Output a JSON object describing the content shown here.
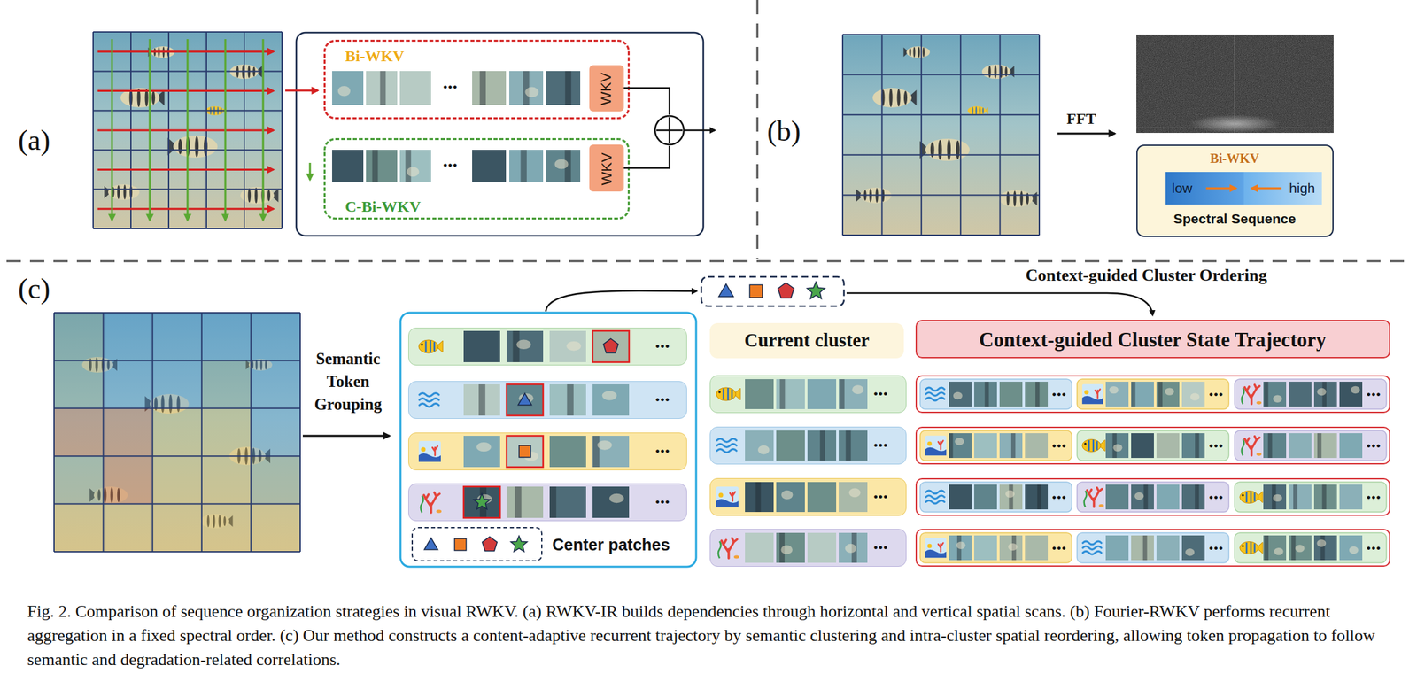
{
  "diagram": {
    "caption": "Fig. 2. Comparison of sequence organization strategies in visual RWKV. (a) RWKV-IR builds dependencies through horizontal and vertical spatial scans. (b) Fourier-RWKV performs recurrent aggregation in a fixed spectral order. (c) Our method constructs a content-adaptive recurrent trajectory by semantic clustering and intra-cluster spatial reordering, allowing token propagation to follow semantic and degradation-related correlations.",
    "nodes": [
      {
        "text": [
          "Bi-WKV",
          "..."
        ]
      },
      {
        "text": [
          "WKV"
        ],
        "in": 0
      },
      {
        "text": [
          "...",
          "C-Bi-WKV"
        ]
      },
      {
        "text": [
          "WKV"
        ],
        "in": 2
      },
      {
        "text": [
          "Bi-WKV",
          "Spectral Sequence"
        ]
      },
      {
        "text": [
          "low"
        ],
        "in": 4
      },
      {
        "text": [
          "high"
        ],
        "in": 4
      },
      {
        "text": [
          "..."
        ]
      },
      {
        "text": [
          "..."
        ]
      },
      {
        "text": [
          "..."
        ]
      },
      {
        "text": [
          "..."
        ]
      },
      {
        "text": [
          "Center patches"
        ]
      },
      {
        "text": [
          "Current cluster"
        ]
      },
      {
        "text": [
          "Context-guided Cluster State Trajectory"
        ]
      },
      {
        "text": [
          "..."
        ]
      },
      {
        "text": [
          "..."
        ]
      },
      {
        "text": [
          "..."
        ]
      },
      {
        "text": [
          "..."
        ]
      },
      {
        "text": [
          "...",
          "...",
          "..."
        ]
      },
      {
        "text": [
          "...",
          "...",
          "..."
        ]
      },
      {
        "text": [
          "...",
          "...",
          "..."
        ]
      },
      {
        "text": [
          "...",
          "...",
          "..."
        ]
      }
    ],
    "labels": [
      "(a)",
      "(b)",
      "(c)",
      "FFT",
      "Semantic Token Grouping",
      "Context-guided Cluster Ordering"
    ]
  }
}
